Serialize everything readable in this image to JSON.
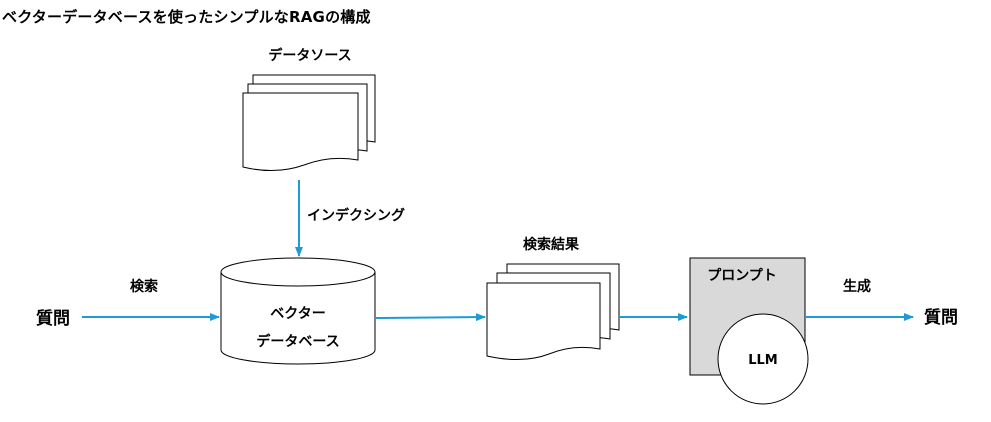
{
  "title": "ベクターデータベースを使ったシンプルなRAGの構成",
  "nodes": {
    "data_source": "データソース",
    "vector_db_line1": "ベクター",
    "vector_db_line2": "データベース",
    "search_results": "検索結果",
    "prompt": "プロンプト",
    "llm": "LLM",
    "question_in": "質問",
    "question_out": "質問"
  },
  "edges": {
    "indexing": "インデクシング",
    "search": "検索",
    "generate": "生成"
  },
  "colors": {
    "arrow": "#1E9BD7",
    "prompt_fill": "#D9D9D9",
    "stroke": "#000000"
  }
}
